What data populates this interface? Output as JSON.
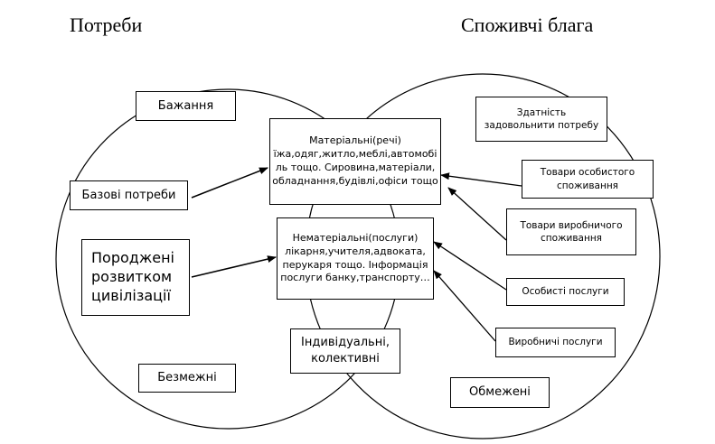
{
  "titles": {
    "needs": "Потреби",
    "goods": "Споживчі блага"
  },
  "needs_items": {
    "wishes": "Бажання",
    "basic": "Базові потреби",
    "civilization": [
      "Породжені",
      "розвитком",
      "цивілізації"
    ],
    "unlimited": "Безмежні"
  },
  "center_items": {
    "material": [
      "Матеріальні(речі)",
      "їжа,одяг,житло,меблі,автомобі",
      "ль тощо. Сировина,матеріали,",
      "обладнання,будівлі,офіси тощо"
    ],
    "intangible": [
      "Нематеріальні(послуги)",
      "лікарня,учителя,адвоката,",
      "перукаря тощо. Інформація",
      "послуги банку,транспорту…"
    ],
    "individual": [
      "Індивідуальні,",
      "колективні"
    ]
  },
  "goods_items": {
    "ability": [
      "Здатність",
      "задовольнити потребу"
    ],
    "personal_consumption": [
      "Товари особистого",
      "споживання"
    ],
    "production_consumption": [
      "Товари виробничого",
      "споживання"
    ],
    "personal_services": "Особисті послуги",
    "production_services": "Виробничі послуги",
    "limited": "Обмежені"
  }
}
